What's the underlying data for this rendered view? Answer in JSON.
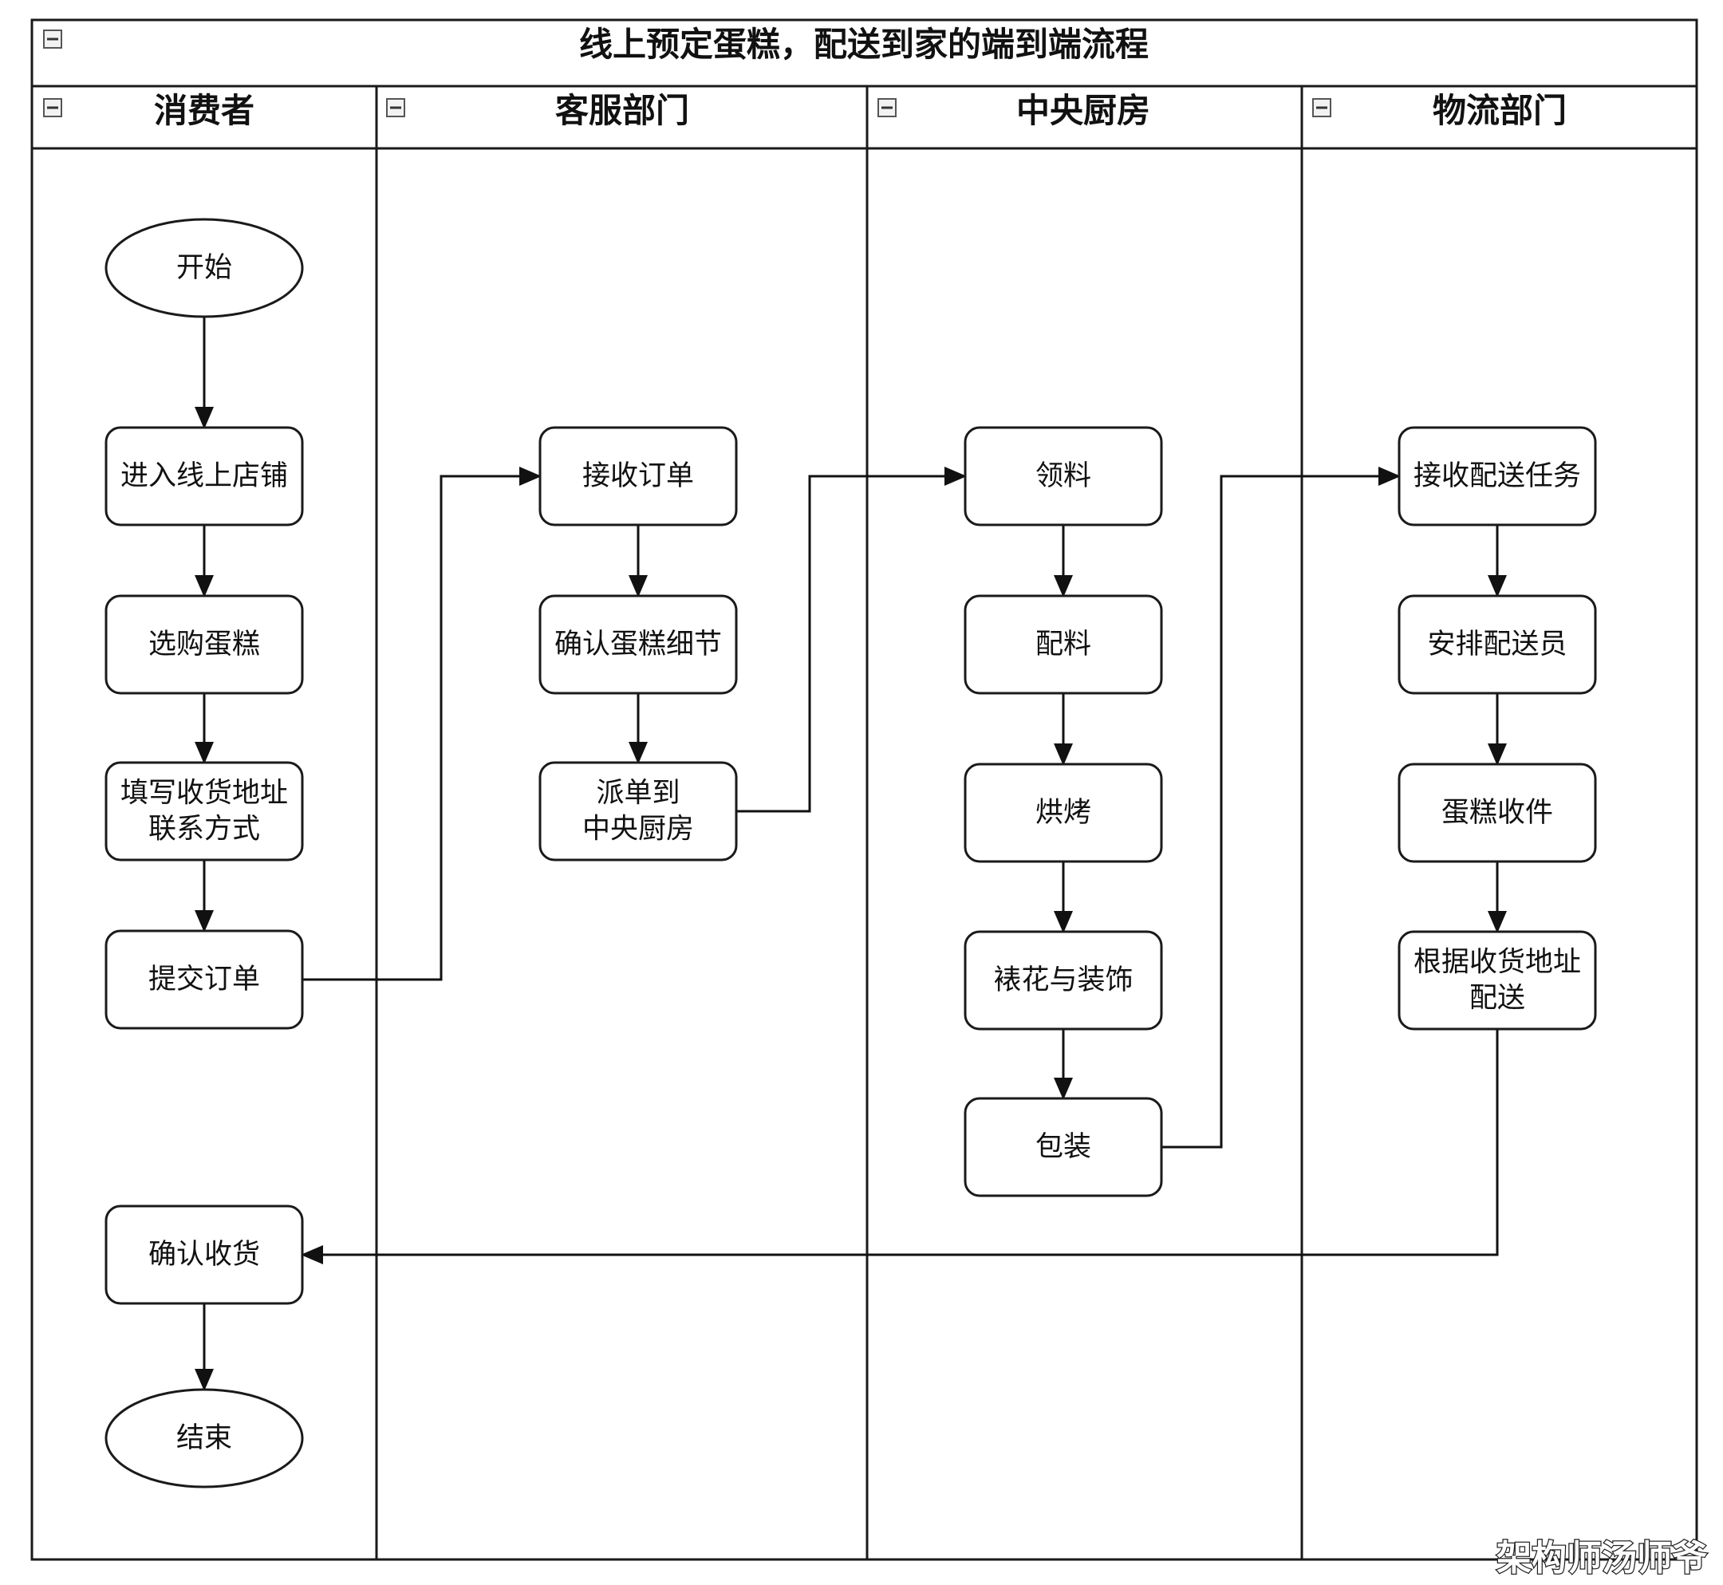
{
  "diagram": {
    "title": "线上预定蛋糕，配送到家的端到端流程",
    "lanes": [
      {
        "id": "consumer",
        "label": "消费者"
      },
      {
        "id": "service",
        "label": "客服部门"
      },
      {
        "id": "kitchen",
        "label": "中央厨房"
      },
      {
        "id": "logistics",
        "label": "物流部门"
      }
    ],
    "nodes": [
      {
        "id": "start",
        "lane": "consumer",
        "shape": "ellipse",
        "lines": [
          "开始"
        ]
      },
      {
        "id": "c1",
        "lane": "consumer",
        "shape": "rounded",
        "lines": [
          "进入线上店铺"
        ]
      },
      {
        "id": "c2",
        "lane": "consumer",
        "shape": "rounded",
        "lines": [
          "选购蛋糕"
        ]
      },
      {
        "id": "c3",
        "lane": "consumer",
        "shape": "rounded",
        "lines": [
          "填写收货地址",
          "联系方式"
        ]
      },
      {
        "id": "c4",
        "lane": "consumer",
        "shape": "rounded",
        "lines": [
          "提交订单"
        ]
      },
      {
        "id": "c5",
        "lane": "consumer",
        "shape": "rounded",
        "lines": [
          "确认收货"
        ]
      },
      {
        "id": "end",
        "lane": "consumer",
        "shape": "ellipse",
        "lines": [
          "结束"
        ]
      },
      {
        "id": "s1",
        "lane": "service",
        "shape": "rounded",
        "lines": [
          "接收订单"
        ]
      },
      {
        "id": "s2",
        "lane": "service",
        "shape": "rounded",
        "lines": [
          "确认蛋糕细节"
        ]
      },
      {
        "id": "s3",
        "lane": "service",
        "shape": "rounded",
        "lines": [
          "派单到",
          "中央厨房"
        ]
      },
      {
        "id": "k1",
        "lane": "kitchen",
        "shape": "rounded",
        "lines": [
          "领料"
        ]
      },
      {
        "id": "k2",
        "lane": "kitchen",
        "shape": "rounded",
        "lines": [
          "配料"
        ]
      },
      {
        "id": "k3",
        "lane": "kitchen",
        "shape": "rounded",
        "lines": [
          "烘烤"
        ]
      },
      {
        "id": "k4",
        "lane": "kitchen",
        "shape": "rounded",
        "lines": [
          "裱花与装饰"
        ]
      },
      {
        "id": "k5",
        "lane": "kitchen",
        "shape": "rounded",
        "lines": [
          "包装"
        ]
      },
      {
        "id": "l1",
        "lane": "logistics",
        "shape": "rounded",
        "lines": [
          "接收配送任务"
        ]
      },
      {
        "id": "l2",
        "lane": "logistics",
        "shape": "rounded",
        "lines": [
          "安排配送员"
        ]
      },
      {
        "id": "l3",
        "lane": "logistics",
        "shape": "rounded",
        "lines": [
          "蛋糕收件"
        ]
      },
      {
        "id": "l4",
        "lane": "logistics",
        "shape": "rounded",
        "lines": [
          "根据收货地址",
          "配送"
        ]
      }
    ],
    "edges": [
      {
        "from": "start",
        "to": "c1"
      },
      {
        "from": "c1",
        "to": "c2"
      },
      {
        "from": "c2",
        "to": "c3"
      },
      {
        "from": "c3",
        "to": "c4"
      },
      {
        "from": "c4",
        "to": "s1"
      },
      {
        "from": "s1",
        "to": "s2"
      },
      {
        "from": "s2",
        "to": "s3"
      },
      {
        "from": "s3",
        "to": "k1"
      },
      {
        "from": "k1",
        "to": "k2"
      },
      {
        "from": "k2",
        "to": "k3"
      },
      {
        "from": "k3",
        "to": "k4"
      },
      {
        "from": "k4",
        "to": "k5"
      },
      {
        "from": "k5",
        "to": "l1"
      },
      {
        "from": "l1",
        "to": "l2"
      },
      {
        "from": "l2",
        "to": "l3"
      },
      {
        "from": "l3",
        "to": "l4"
      },
      {
        "from": "l4",
        "to": "c5"
      },
      {
        "from": "c5",
        "to": "end"
      }
    ]
  },
  "watermark": "架构师汤师爷"
}
